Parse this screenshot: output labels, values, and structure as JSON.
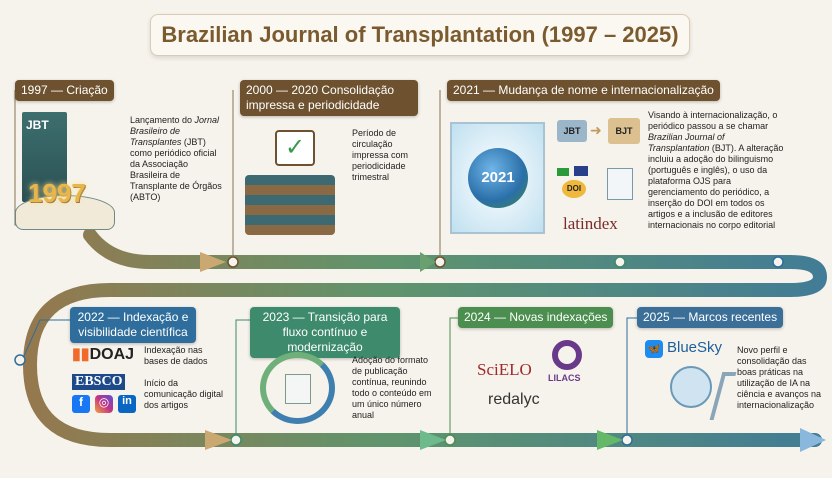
{
  "title": "Brazilian Journal of Transplantation (1997 – 2025)",
  "colors": {
    "brown": "#6e5230",
    "blue": "#2f6e9c",
    "green": "#3d8a6c",
    "title": "#7a5a2e"
  },
  "milestones": [
    {
      "label": "1997 — Criação",
      "badge": "1997",
      "cover": "JBT",
      "text_pre": "Lançamento do ",
      "text_italic": "Jornal Brasileiro de Transplantes",
      "text_post": " (JBT) como periódico oficial da Associação Brasileira de Transplante de Órgãos (ABTO)",
      "icon": "open-book-icon"
    },
    {
      "label": "2000 — 2020 Consolidação impressa e periodicidade",
      "text": "Período de circulação impressa com periodicidade trimestral",
      "icon": "calendar-check-icon"
    },
    {
      "label": "2021 — Mudança de nome e internacionalização",
      "globe": "2021",
      "old_name": "JBT",
      "new_name": "BJT",
      "doi": "DOI",
      "latindex": "latindex",
      "text_pre": "Visando à internacionalização, o periódico passou a se chamar ",
      "text_italic": "Brazilian Journal of Transplantation",
      "text_post": " (BJT). A alteração incluiu a adoção do bilinguismo (português e inglês), o uso da plataforma OJS para gerenciamento do periódico, a inserção do DOI em todos os artigos e a inclusão de editores internacionais no corpo editorial"
    },
    {
      "label": "2022 — Indexação e visibilidade científica",
      "doaj": "DOAJ",
      "doaj_text": "Indexação nas bases de dados",
      "ebsco": "EBSCO",
      "social_text": "Início da comunicação digital dos artigos",
      "social": [
        "f",
        "◎",
        "in"
      ]
    },
    {
      "label": "2023 — Transição para fluxo contínuo e modernização",
      "text": "Adoção do formato de publicação contínua, reunindo todo o conteúdo em um único número anual",
      "icon": "cycle-documents-icon"
    },
    {
      "label": "2024 — Novas indexações",
      "logos": [
        "SciELO",
        "LILACS",
        "redalyc"
      ]
    },
    {
      "label": "2025 — Marcos recentes",
      "bluesky": "BlueSky",
      "text": "Novo perfil e consolidação das boas práticas na utilização de IA na ciência e avanços na internacionalização",
      "icon": "ai-brain-robot-icon"
    }
  ]
}
